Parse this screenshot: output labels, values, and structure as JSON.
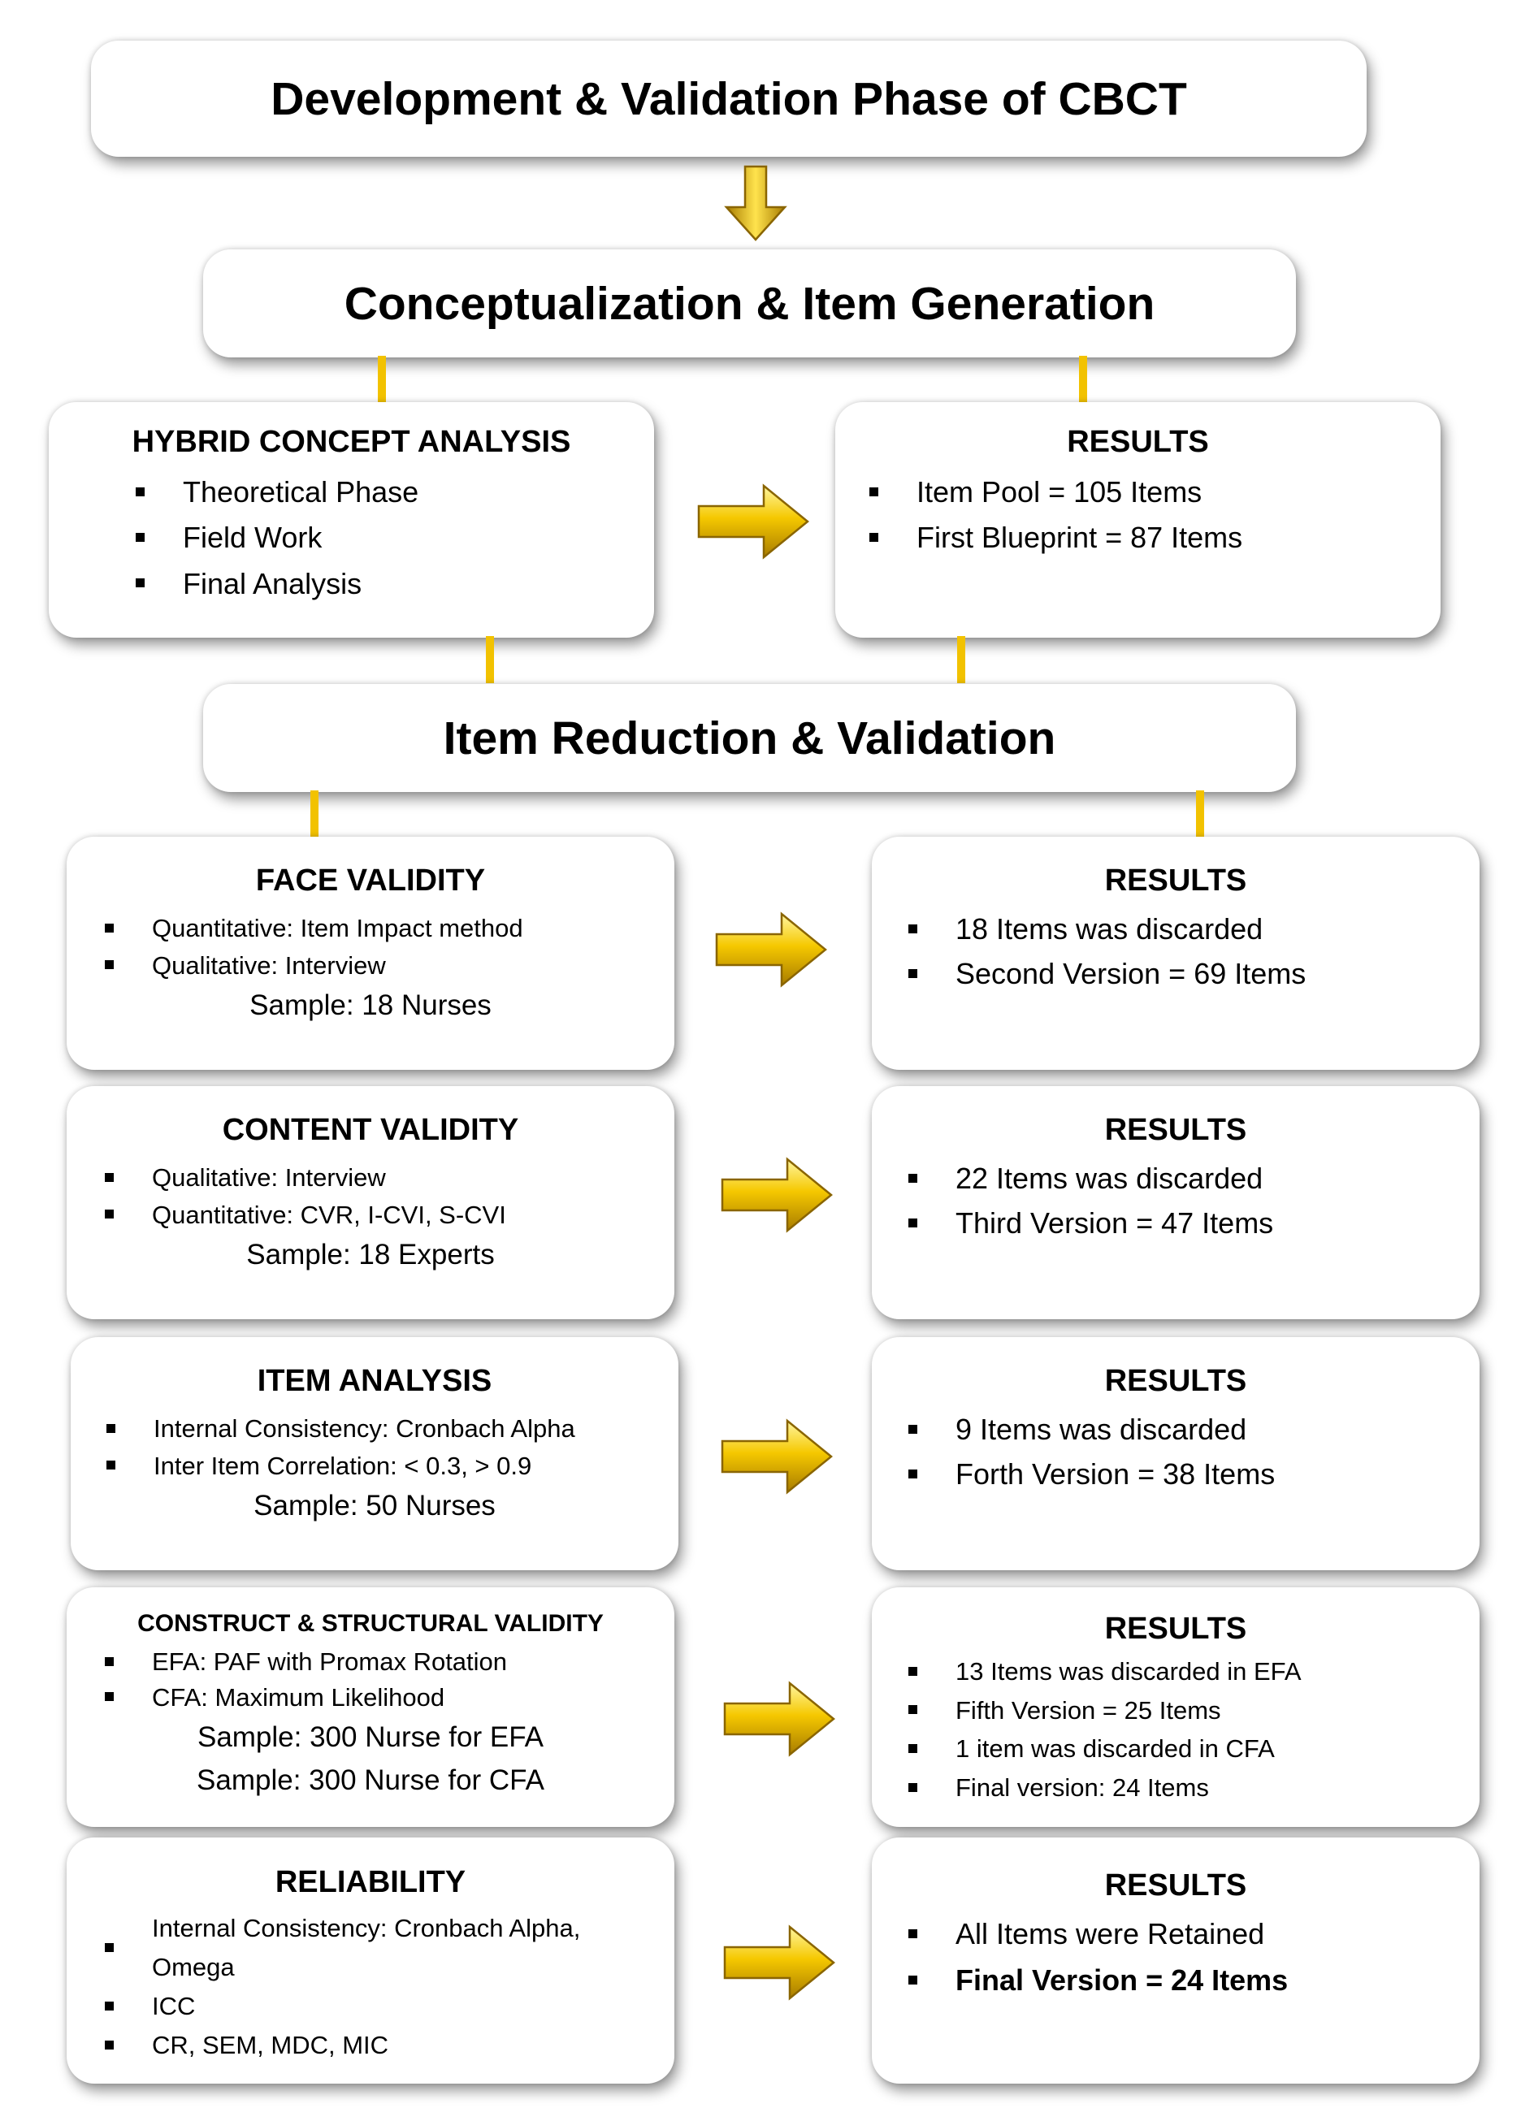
{
  "title": "Development & Validation Phase of CBCT",
  "colors": {
    "arrow_fill_light": "#fff176",
    "arrow_fill_mid": "#f5c800",
    "arrow_fill_dark": "#a87c00",
    "connector": "#f2c200"
  },
  "phase1": {
    "title": "Conceptualization & Item Generation",
    "method": {
      "heading": "HYBRID CONCEPT ANALYSIS",
      "bullets": [
        "Theoretical Phase",
        "Field Work",
        "Final Analysis"
      ]
    },
    "results": {
      "heading": "RESULTS",
      "bullets": [
        "Item Pool = 105 Items",
        "First Blueprint = 87 Items"
      ]
    }
  },
  "phase2": {
    "title": "Item Reduction & Validation",
    "rows": [
      {
        "method": {
          "heading": "FACE VALIDITY",
          "bullets": [
            "Quantitative: Item Impact method",
            "Qualitative: Interview"
          ],
          "samples": [
            "Sample: 18 Nurses"
          ]
        },
        "results": {
          "heading": "RESULTS",
          "bullets": [
            "18 Items was discarded",
            "Second Version = 69 Items"
          ]
        }
      },
      {
        "method": {
          "heading": "CONTENT VALIDITY",
          "bullets": [
            "Qualitative: Interview",
            "Quantitative: CVR, I-CVI, S-CVI"
          ],
          "samples": [
            "Sample: 18 Experts"
          ]
        },
        "results": {
          "heading": "RESULTS",
          "bullets": [
            "22 Items was discarded",
            "Third Version = 47 Items"
          ]
        }
      },
      {
        "method": {
          "heading": "ITEM ANALYSIS",
          "bullets": [
            "Internal Consistency: Cronbach Alpha",
            "Inter Item Correlation: < 0.3, > 0.9"
          ],
          "samples": [
            "Sample: 50 Nurses"
          ]
        },
        "results": {
          "heading": "RESULTS",
          "bullets": [
            "9 Items was discarded",
            "Forth Version = 38 Items"
          ]
        }
      },
      {
        "method": {
          "heading": "CONSTRUCT & STRUCTURAL VALIDITY",
          "bullets": [
            "EFA: PAF with Promax Rotation",
            "CFA: Maximum Likelihood"
          ],
          "samples": [
            "Sample: 300 Nurse for EFA",
            "Sample: 300 Nurse for CFA"
          ]
        },
        "results": {
          "heading": "RESULTS",
          "bullets": [
            "13 Items was discarded in EFA",
            "Fifth Version = 25 Items",
            "1 item was discarded in CFA",
            "Final version: 24 Items"
          ]
        }
      },
      {
        "method": {
          "heading": "RELIABILITY",
          "bullets": [
            "Internal Consistency: Cronbach Alpha,",
            "ICC",
            "CR, SEM, MDC, MIC"
          ],
          "continuation": "Omega"
        },
        "results": {
          "heading": "RESULTS",
          "bullets": [
            "All Items were Retained",
            "Final Version = 24 Items"
          ]
        }
      }
    ]
  }
}
